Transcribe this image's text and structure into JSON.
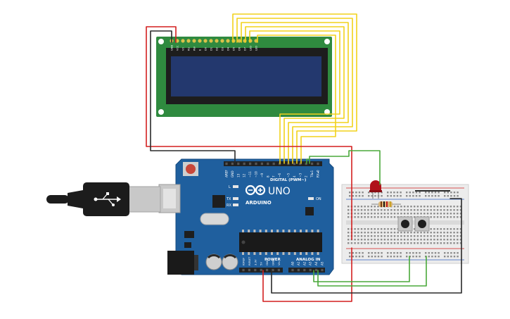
{
  "lcd": {
    "pin_labels": [
      "GND",
      "VCC",
      "V0",
      "RS",
      "RW",
      "E",
      "D0",
      "D1",
      "D2",
      "D3",
      "D4",
      "D5",
      "D6",
      "D7",
      "LED",
      "LED"
    ]
  },
  "arduino": {
    "brand": "ARDUINO",
    "model": "UNO",
    "digital_label": "DIGITAL (PWM~)",
    "power_label": "POWER",
    "analog_label": "ANALOG IN",
    "on_label": "ON",
    "l_label": "L",
    "tx_label": "TX",
    "rx_label": "RX",
    "header_top_labels": [
      "AREF",
      "GND",
      "13",
      "12",
      "~11",
      "~10",
      "~9",
      "8",
      "7",
      "~6",
      "~5",
      "4",
      "~3",
      "2",
      "TX▸1",
      "RX◂0"
    ],
    "header_power_labels": [
      "IOREF",
      "RESET",
      "3.3V",
      "5V",
      "GND",
      "GND",
      "Vin"
    ],
    "header_analog_labels": [
      "A0",
      "A1",
      "A2",
      "A3",
      "A4",
      "A5"
    ]
  },
  "colors": {
    "board": "#1f5f9e",
    "board_edge": "#174b80",
    "lcd_pcb": "#2f8a3f",
    "lcd_screen": "#23386e",
    "wire_yellow": "#f2d21b",
    "wire_red": "#d31f1f",
    "wire_green": "#4aa83a",
    "wire_black": "#2a2a2a",
    "breadboard": "#ececec",
    "led": "#b0121a"
  }
}
